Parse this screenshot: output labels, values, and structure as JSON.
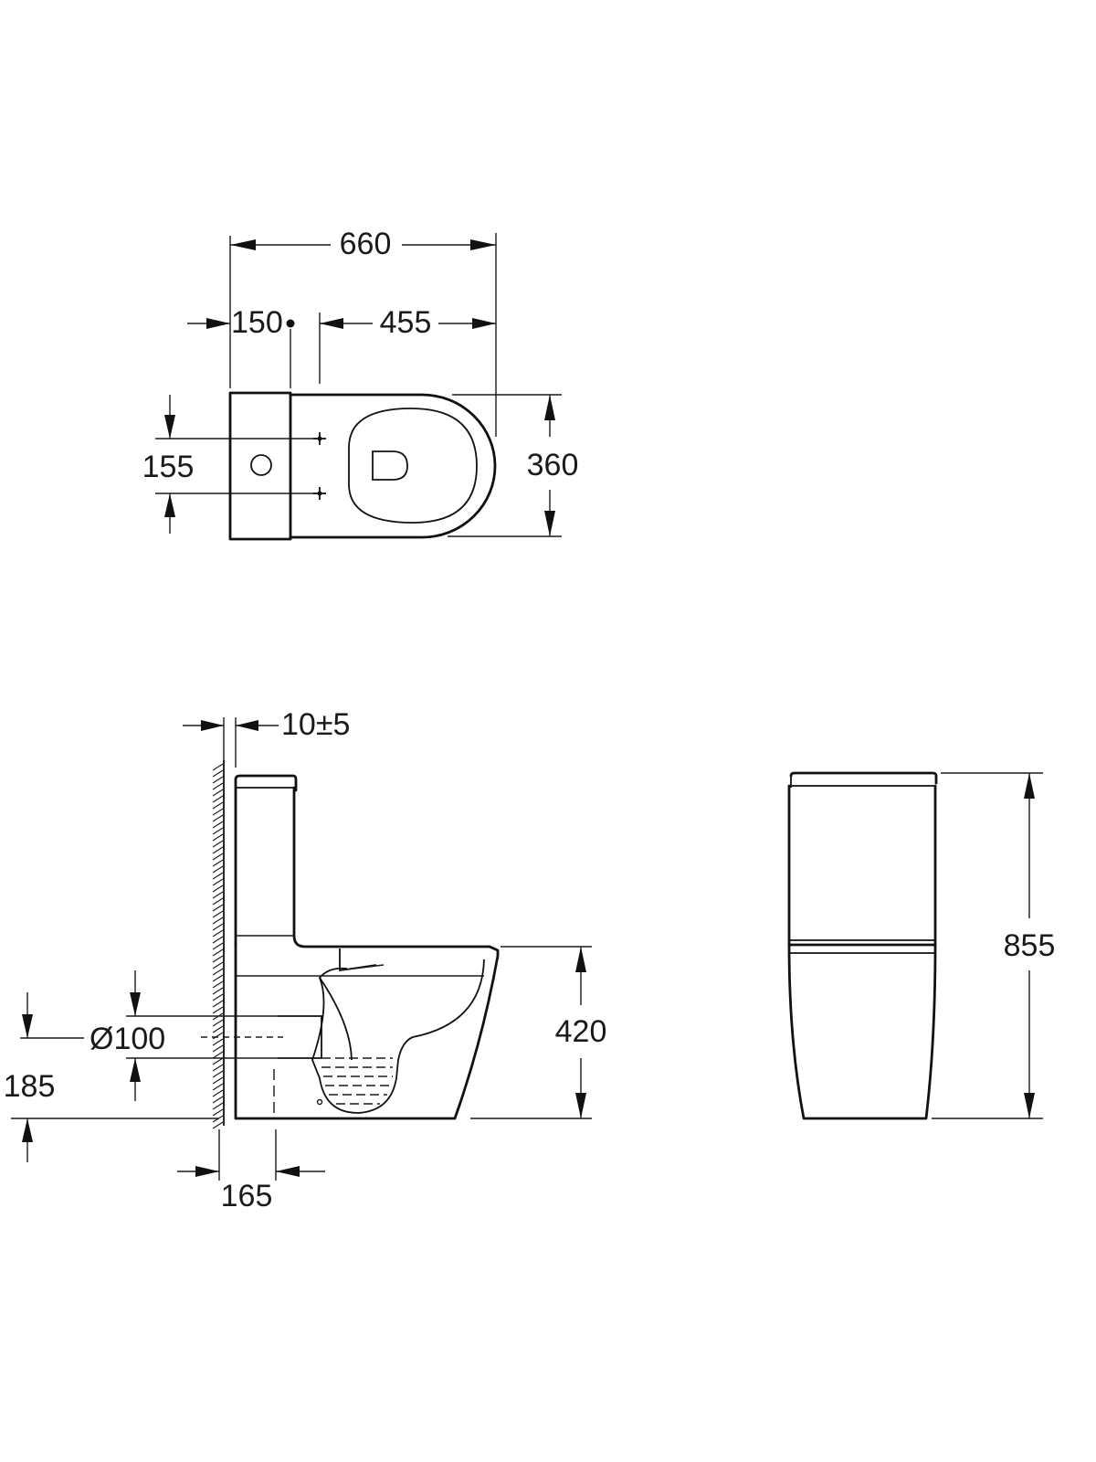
{
  "top_view": {
    "overall_length": "660",
    "tank_depth": "150",
    "pan_length": "455",
    "fixing_spacing": "155",
    "overall_width": "360"
  },
  "side_view": {
    "wall_gap": "10±5",
    "outlet_diameter": "Ø100",
    "outlet_height": "185",
    "seat_height": "420",
    "outlet_offset": "165"
  },
  "front_view": {
    "overall_height": "855"
  },
  "colors": {
    "line": "#111111",
    "background": "#ffffff"
  }
}
